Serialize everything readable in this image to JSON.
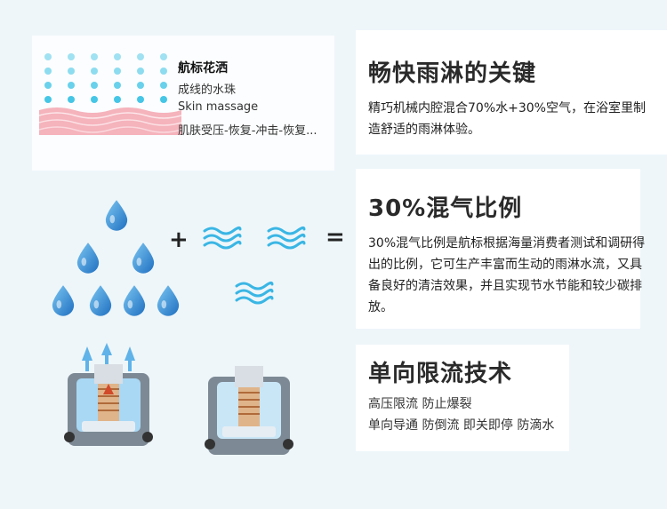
{
  "spray": {
    "title": "航标花洒",
    "subtitle": "成线的水珠",
    "massage": "Skin massage",
    "cycle": "肌肤受压-恢复-冲击-恢复..."
  },
  "section1": {
    "title": "畅快雨淋的关键",
    "body": "精巧机械内腔混合70%水+30%空气，在浴室里制造舒适的雨淋体验。"
  },
  "section2": {
    "title": "30%混气比例",
    "body": "30%混气比例是航标根据海量消费者测试和调研得出的比例，它可生产丰富而生动的雨淋水流，又具备良好的清洁效果，并且实现节水节能和较少碳排放。"
  },
  "section3": {
    "title": "单向限流技术",
    "line1": "高压限流 防止爆裂",
    "line2": "单向导通 防倒流 即关即停 防滴水"
  },
  "formula": {
    "plus": "+",
    "equals": "="
  },
  "icons": [
    "water-drop-icon",
    "air-wave-icon",
    "valve-open-icon",
    "valve-closed-icon"
  ],
  "colors": {
    "drop": "#2f8fd8",
    "wave": "#3ab6e4",
    "skin": "#f29aa6",
    "dots": "#45c6e6"
  }
}
